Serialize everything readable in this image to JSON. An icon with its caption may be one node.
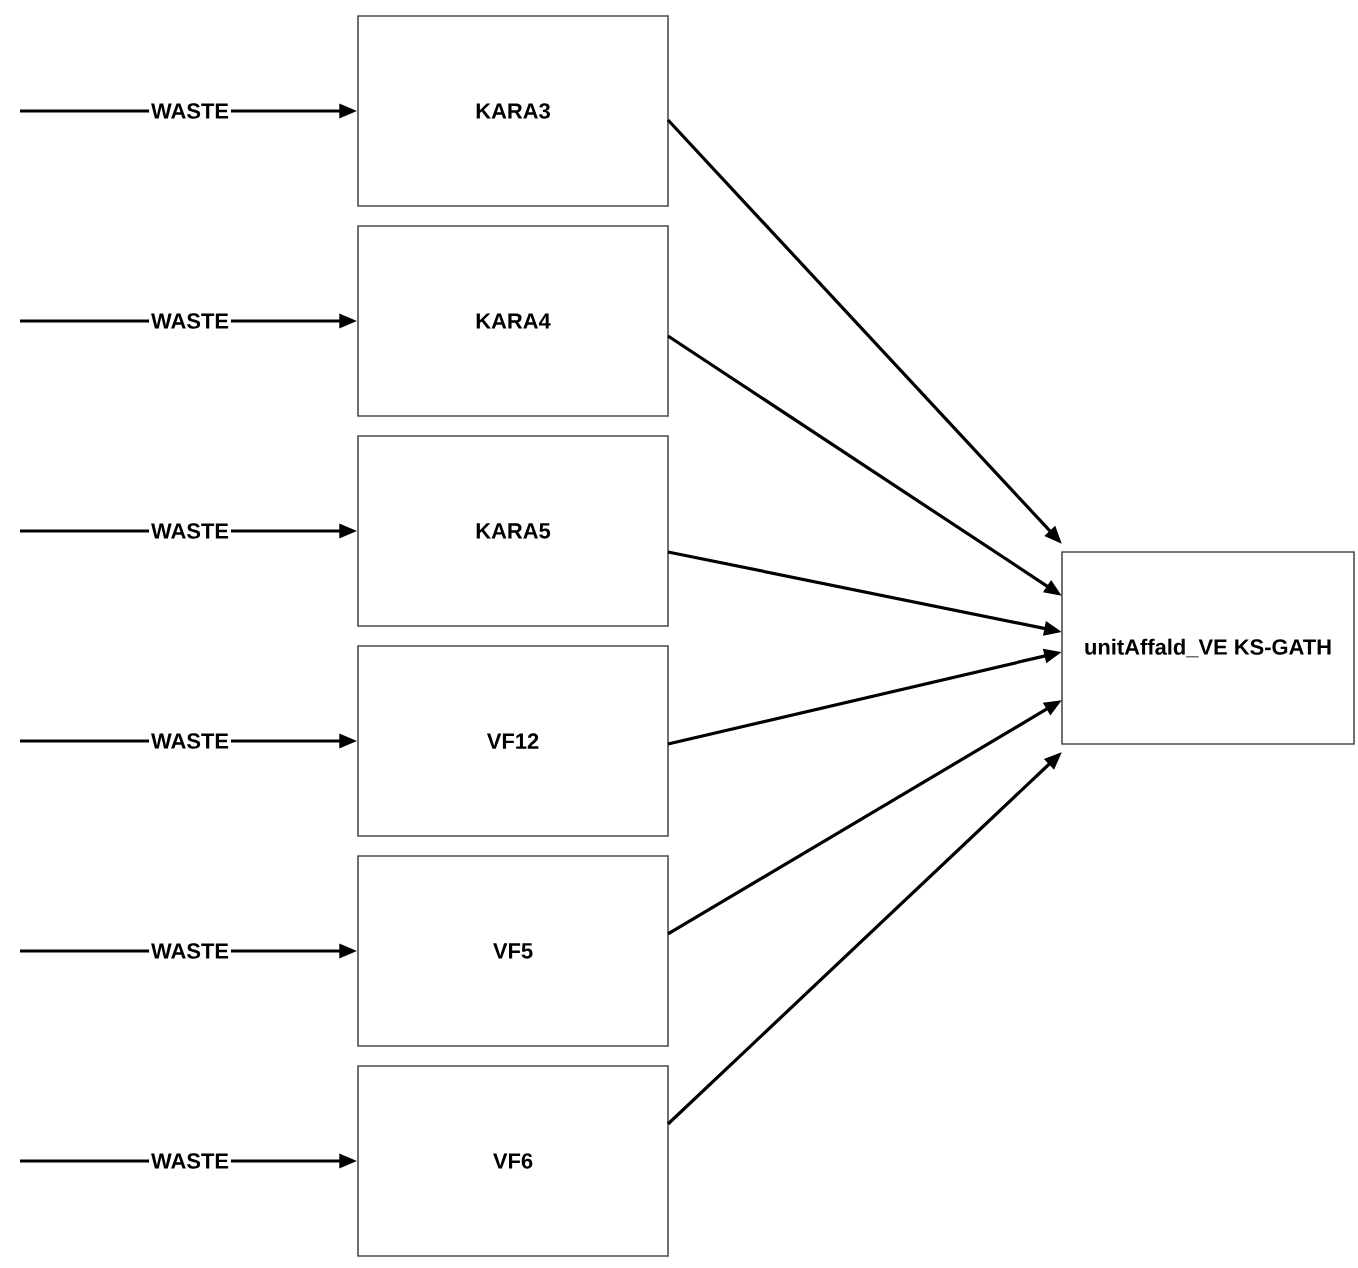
{
  "diagram": {
    "nodes": [
      {
        "text": [
          "KARA3"
        ]
      },
      {
        "text": [
          "KARA4"
        ]
      },
      {
        "text": [
          "KARA5"
        ]
      },
      {
        "text": [
          "VF12"
        ]
      },
      {
        "text": [
          "VF5"
        ]
      },
      {
        "text": [
          "VF6"
        ]
      },
      {
        "text": [
          "unitAffald_VE KS-GATH"
        ]
      }
    ],
    "edges": [
      {
        "from": null,
        "to": 0,
        "arrow": "to",
        "label": "WASTE"
      },
      {
        "from": null,
        "to": 1,
        "arrow": "to",
        "label": "WASTE"
      },
      {
        "from": null,
        "to": 2,
        "arrow": "to",
        "label": "WASTE"
      },
      {
        "from": null,
        "to": 3,
        "arrow": "to",
        "label": "WASTE"
      },
      {
        "from": null,
        "to": 4,
        "arrow": "to",
        "label": "WASTE"
      },
      {
        "from": null,
        "to": 5,
        "arrow": "to",
        "label": "WASTE"
      },
      {
        "from": 0,
        "to": 6,
        "arrow": "to"
      },
      {
        "from": 1,
        "to": 6,
        "arrow": "to"
      },
      {
        "from": 2,
        "to": 6,
        "arrow": "to"
      },
      {
        "from": 3,
        "to": 6,
        "arrow": "to"
      },
      {
        "from": 4,
        "to": 6,
        "arrow": "to"
      },
      {
        "from": 5,
        "to": 6,
        "arrow": "to"
      }
    ]
  }
}
